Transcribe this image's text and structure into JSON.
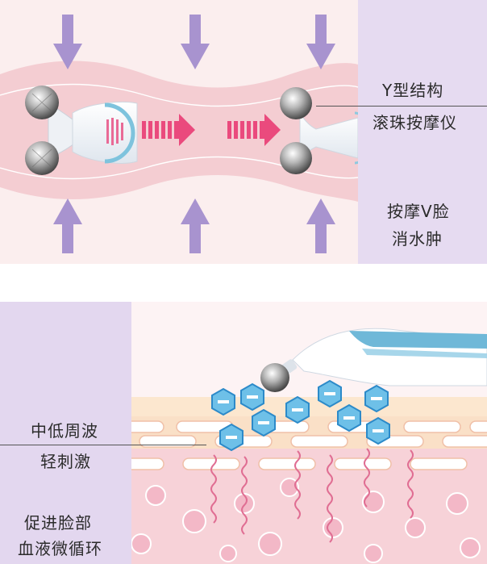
{
  "panel_top": {
    "label_structure": "Y型结构",
    "label_roller": "滚珠按摩仪",
    "label_effect_line1": "按摩V脸",
    "label_effect_line2": "消水肿"
  },
  "panel_bottom": {
    "label_wave_line1": "中低周波",
    "label_wave_line2": "轻刺激",
    "label_blood_line1": "促进脸部",
    "label_blood_line2": "血液微循环",
    "ion_symbol": "−"
  },
  "colors": {
    "pink_band": "#f5cfd4",
    "light_pink": "#fbecec",
    "lavender": "#e6dbf1",
    "arrow_purple": "#a78fcf",
    "arrow_pink": "#ea3f77",
    "ion_blue": "#3f9fd8",
    "skin_cream": "#fbe8d3"
  }
}
